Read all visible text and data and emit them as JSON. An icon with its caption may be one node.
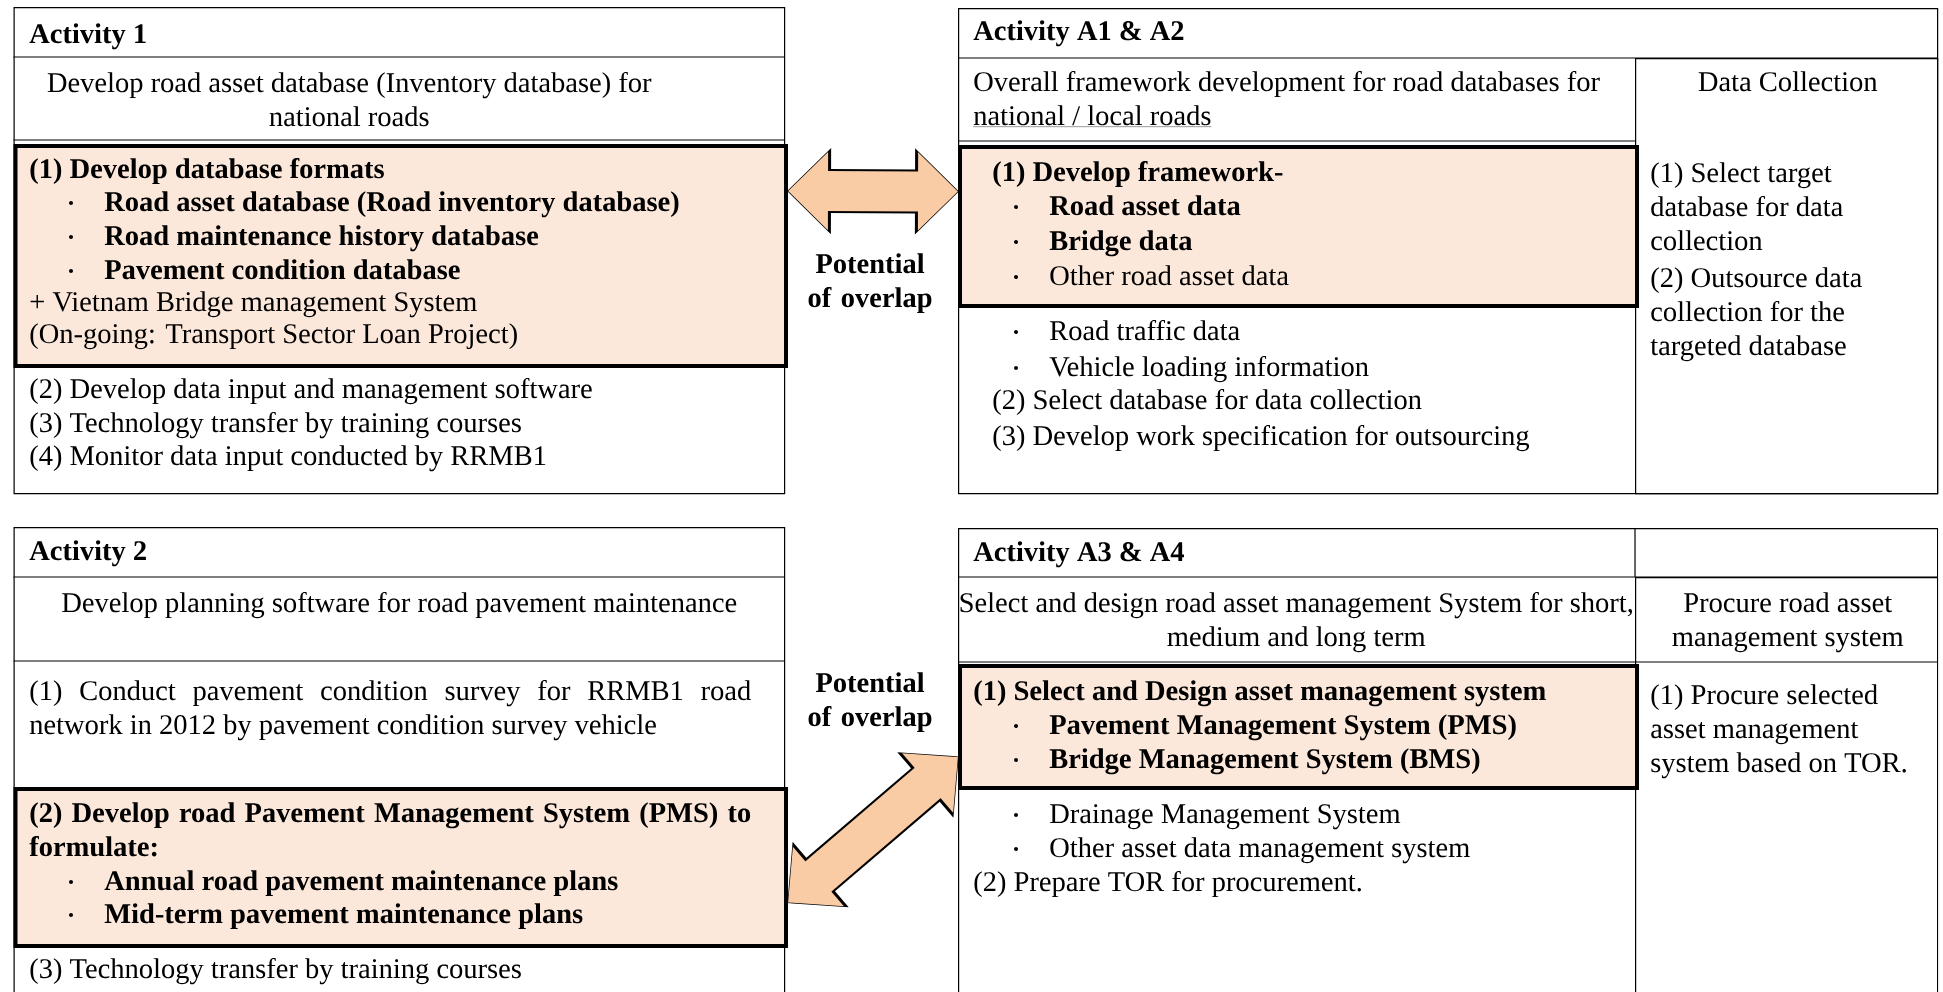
{
  "diagram": {
    "nodes": [
      {
        "text": [
          "Activity 1",
          "Develop road asset database (Inventory database) for national roads",
          "(2) Develop data input and management software",
          "(3) Technology transfer by training courses",
          "(4) Monitor data input conducted by RRMB1"
        ]
      },
      {
        "text": [
          "(1) Develop database formats",
          "Road asset database (Road inventory database)",
          "Road maintenance history database",
          "Pavement condition database",
          "+ Vietnam Bridge management System",
          "(On-going: Transport Sector Loan Project)"
        ],
        "in": 0
      },
      {
        "text": [
          "Activity A1 & A2",
          "Overall framework development for road databases for",
          "national / local roads",
          "Road traffic data",
          "Vehicle loading information",
          "(2) Select database for data collection",
          "(3) Develop work specification for outsourcing"
        ]
      },
      {
        "text": [
          "(1) Develop framework-",
          "Road asset data",
          "Bridge data",
          "Other road asset data"
        ],
        "in": 2
      },
      {
        "text": [
          "Data Collection",
          "(1) Select target database for data collection",
          "(2) Outsource data collection for the targeted database"
        ],
        "in": 2
      },
      {
        "text": [
          "Activity 2",
          "Develop planning software for road pavement maintenance",
          "(1) Conduct pavement condition survey for RRMB1 road network in 2012 by pavement condition survey vehicle",
          "(3) Technology transfer by training courses"
        ]
      },
      {
        "text": [
          "(2) Develop road Pavement Management System (PMS) to formulate:",
          "Annual road pavement maintenance plans",
          "Mid-term pavement maintenance plans"
        ],
        "in": 5
      },
      {
        "text": [
          "Activity A3 & A4",
          "Select and design road asset management System for short, medium and long term",
          "Drainage Management System",
          "Other asset data management system",
          "(2) Prepare TOR for procurement."
        ]
      },
      {
        "text": [
          "(1) Select and Design asset management system",
          "Pavement Management System (PMS)",
          "Bridge Management System (BMS)"
        ],
        "in": 7
      },
      {
        "text": [
          "Procure road asset management system",
          "(1) Procure selected asset management system based on TOR."
        ],
        "in": 7
      }
    ],
    "edges": [
      {
        "from": 1,
        "to": 3,
        "arrow": "both"
      },
      {
        "from": 6,
        "to": 8,
        "arrow": "both"
      }
    ],
    "labels": [
      "Potential of overlap",
      "Potential of overlap"
    ]
  }
}
